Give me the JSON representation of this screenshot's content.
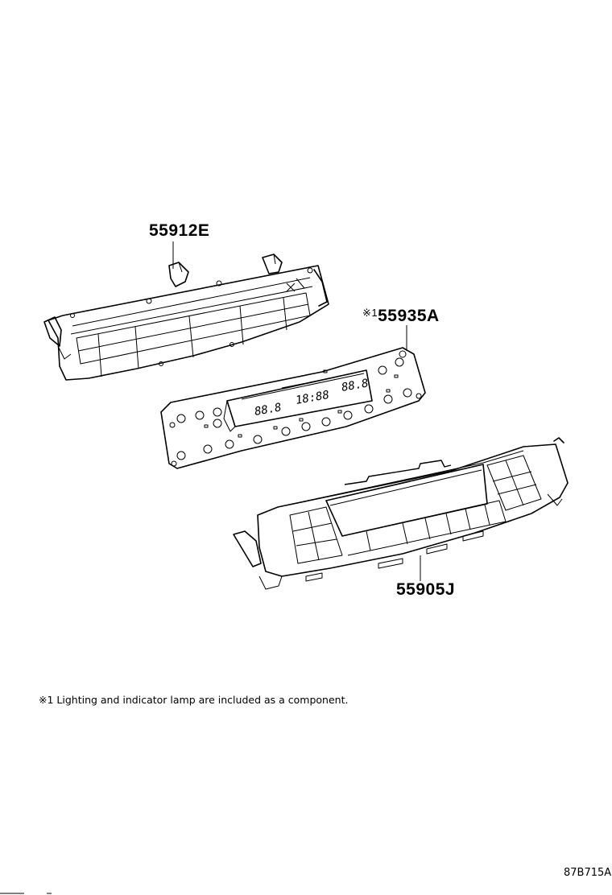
{
  "parts": {
    "housing": {
      "number": "55912E"
    },
    "circuit_board": {
      "marker": "※1",
      "number": "55935A"
    },
    "panel": {
      "number": "55905J"
    }
  },
  "display_readouts": {
    "left": "88.8",
    "center": "18:88",
    "right": "88.8"
  },
  "footnote": "※1 Lighting and indicator lamp are included as a component.",
  "diagram_code": "87B715A"
}
